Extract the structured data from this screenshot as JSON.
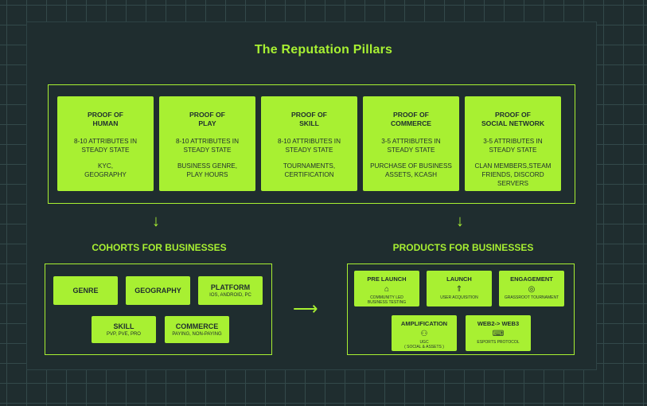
{
  "title": "The Reputation Pillars",
  "pillars": [
    {
      "heading": "PROOF OF\nHUMAN",
      "attributes": "8-10 ATTRIBUTES IN\nSTEADY STATE",
      "examples": "KYC,\nGEOGRAPHY"
    },
    {
      "heading": "PROOF OF\nPLAY",
      "attributes": "8-10 ATTRIBUTES IN\nSTEADY STATE",
      "examples": "BUSINESS GENRE,\nPLAY HOURS"
    },
    {
      "heading": "PROOF OF\nSKILL",
      "attributes": "8-10 ATTRIBUTES IN\nSTEADY STATE",
      "examples": "TOURNAMENTS,\nCERTIFICATION"
    },
    {
      "heading": "PROOF OF\nCOMMERCE",
      "attributes": "3-5 ATTRIBUTES IN\nSTEADY STATE",
      "examples": "PURCHASE OF BUSINESS\nASSETS, KCASH"
    },
    {
      "heading": "PROOF OF\nSOCIAL NETWORK",
      "attributes": "3-5 ATTRIBUTES IN\nSTEADY STATE",
      "examples": "CLAN MEMBERS,STEAM\nFRIENDS, DISCORD\nSERVERS"
    }
  ],
  "arrows": {
    "down": "↓",
    "right": "⟶"
  },
  "cohorts": {
    "heading": "COHORTS FOR BUSINESSES",
    "items": [
      {
        "name": "GENRE",
        "sub": ""
      },
      {
        "name": "GEOGRAPHY",
        "sub": ""
      },
      {
        "name": "PLATFORM",
        "sub": "IOS, ANDROID, PC"
      },
      {
        "name": "SKILL",
        "sub": "PVP, PVE, PRO"
      },
      {
        "name": "COMMERCE",
        "sub": "PAYING, NON-PAYING"
      }
    ]
  },
  "products": {
    "heading": "PRODUCTS FOR BUSINESSES",
    "items": [
      {
        "name": "PRE LAUNCH",
        "icon": "megaphone-icon",
        "glyph": "⌂",
        "sub": "COMMUNITY LED\nBUSINESS TESTING"
      },
      {
        "name": "LAUNCH",
        "icon": "rocket-icon",
        "glyph": "⇑",
        "sub": "USER ACQUISITION"
      },
      {
        "name": "ENGAGEMENT",
        "icon": "target-icon",
        "glyph": "◎",
        "sub": "GRASSROOT   TOURNAMENT"
      },
      {
        "name": "AMPLIFICATION",
        "icon": "people-icon",
        "glyph": "⚇",
        "sub": "UGC\n( SOCIAL  &  ASSETS )"
      },
      {
        "name": "WEB2-> WEB3",
        "icon": "gamepad-icon",
        "glyph": "⌨",
        "sub": "ESPORTS PROTOCOL"
      }
    ]
  },
  "colors": {
    "accent": "#a8f032",
    "background": "#1f2d2f",
    "grid": "#33494a"
  }
}
